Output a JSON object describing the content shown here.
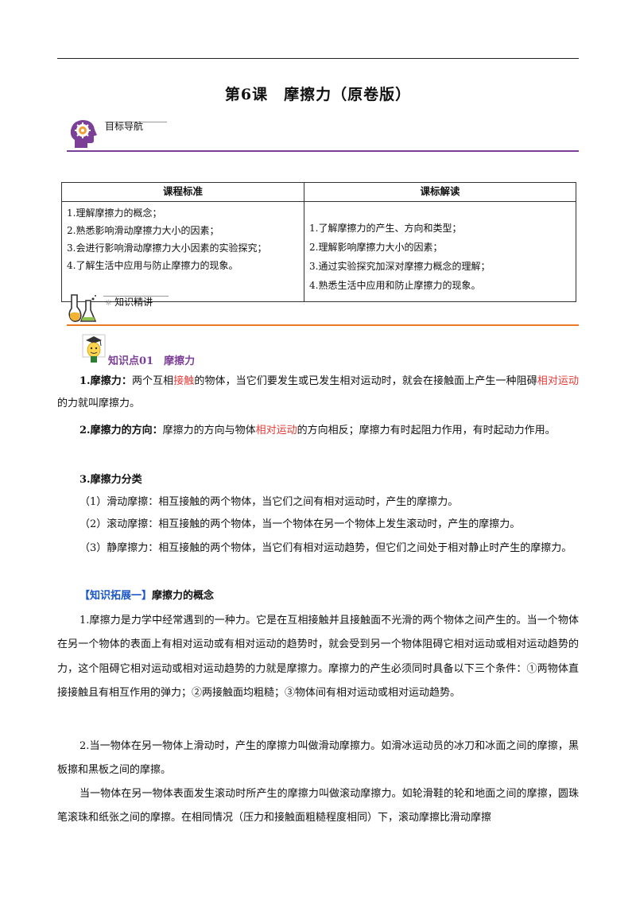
{
  "title": "第6课　摩擦力（原卷版）",
  "nav": {
    "label": "目标导航",
    "icon": "head-gears-icon"
  },
  "table": {
    "headers": [
      "课程标准",
      "课标解读"
    ],
    "left": [
      "1.理解摩擦力的概念；",
      "2.熟悉影响滑动摩擦力大小的因素；",
      "3.会进行影响滑动摩擦力大小因素的实验探究；",
      "4.了解生活中应用与防止摩擦力的现象。"
    ],
    "right": [
      "1.了解摩擦力的产生、方向和类型；",
      "2.理解影响摩擦力大小的因素；",
      "3.通过实验探究加深对摩擦力概念的理解；",
      "4.熟悉生活中应用和防止摩擦力的现象。"
    ]
  },
  "knowledge": {
    "label": "知识精讲",
    "icon": "flask-icon"
  },
  "kp1": {
    "heading": "知识点01　摩擦力",
    "p1": {
      "label": "1.摩擦力：",
      "a": "两个互相",
      "red1": "接触",
      "b": "的物体，当它们要发生或已发生相对运动时，就会在接触面上产生一种阻碍",
      "red2": "相对运动",
      "c": "的力就叫摩擦力。"
    },
    "p2": {
      "label": "2.摩擦力的方向：",
      "a": "摩擦力的方向与物体",
      "red": "相对运动",
      "b": "的方向相反；摩擦力有时起阻力作用，有时起动力作用。"
    },
    "p3_label": "3.摩擦力分类",
    "items": [
      "（1）滑动摩擦：相互接触的两个物体，当它们之间有相对运动时，产生的摩擦力。",
      "（2）滚动摩擦：相互接触的两个物体，当一个物体在另一个物体上发生滚动时，产生的摩擦力。",
      "（3）静摩擦力：相互接触的两个物体，当它们有相对运动趋势，但它们之间处于相对静止时产生的摩擦力。"
    ]
  },
  "ext1": {
    "tag": "【知识拓展一】",
    "heading": "摩擦力的概念",
    "paras": [
      "1.摩擦力是力学中经常遇到的一种力。它是在互相接触并且接触面不光滑的两个物体之间产生的。当一个物体在另一个物体的表面上有相对运动或有相对运动的趋势时，就会受到另一个物体阻碍它相对运动或相对运动趋势的力，这个阻碍它相对运动或相对运动趋势的力就是摩擦力。摩擦力的产生必须同时具备以下三个条件：①两物体直接接触且有相互作用的弹力；②两接触面均粗糙；③物体间有相对运动或相对运动趋势。",
      "2.当一物体在另一物体上滑动时，产生的摩擦力叫做滑动摩擦力。如滑冰运动员的冰刀和冰面之间的摩擦，黑板擦和黑板之间的摩擦。",
      "当一物体在另一物体表面发生滚动时所产生的摩擦力叫做滚动摩擦力。如轮滑鞋的轮和地面之间的摩擦，圆珠笔滚珠和纸张之间的摩擦。在相同情况（压力和接触面粗糙程度相同）下，滚动摩擦比滑动摩擦"
    ]
  },
  "colors": {
    "purple": "#7b3f98",
    "orange": "#ec7a24",
    "red": "#e53935",
    "blue": "#1a56c8"
  }
}
